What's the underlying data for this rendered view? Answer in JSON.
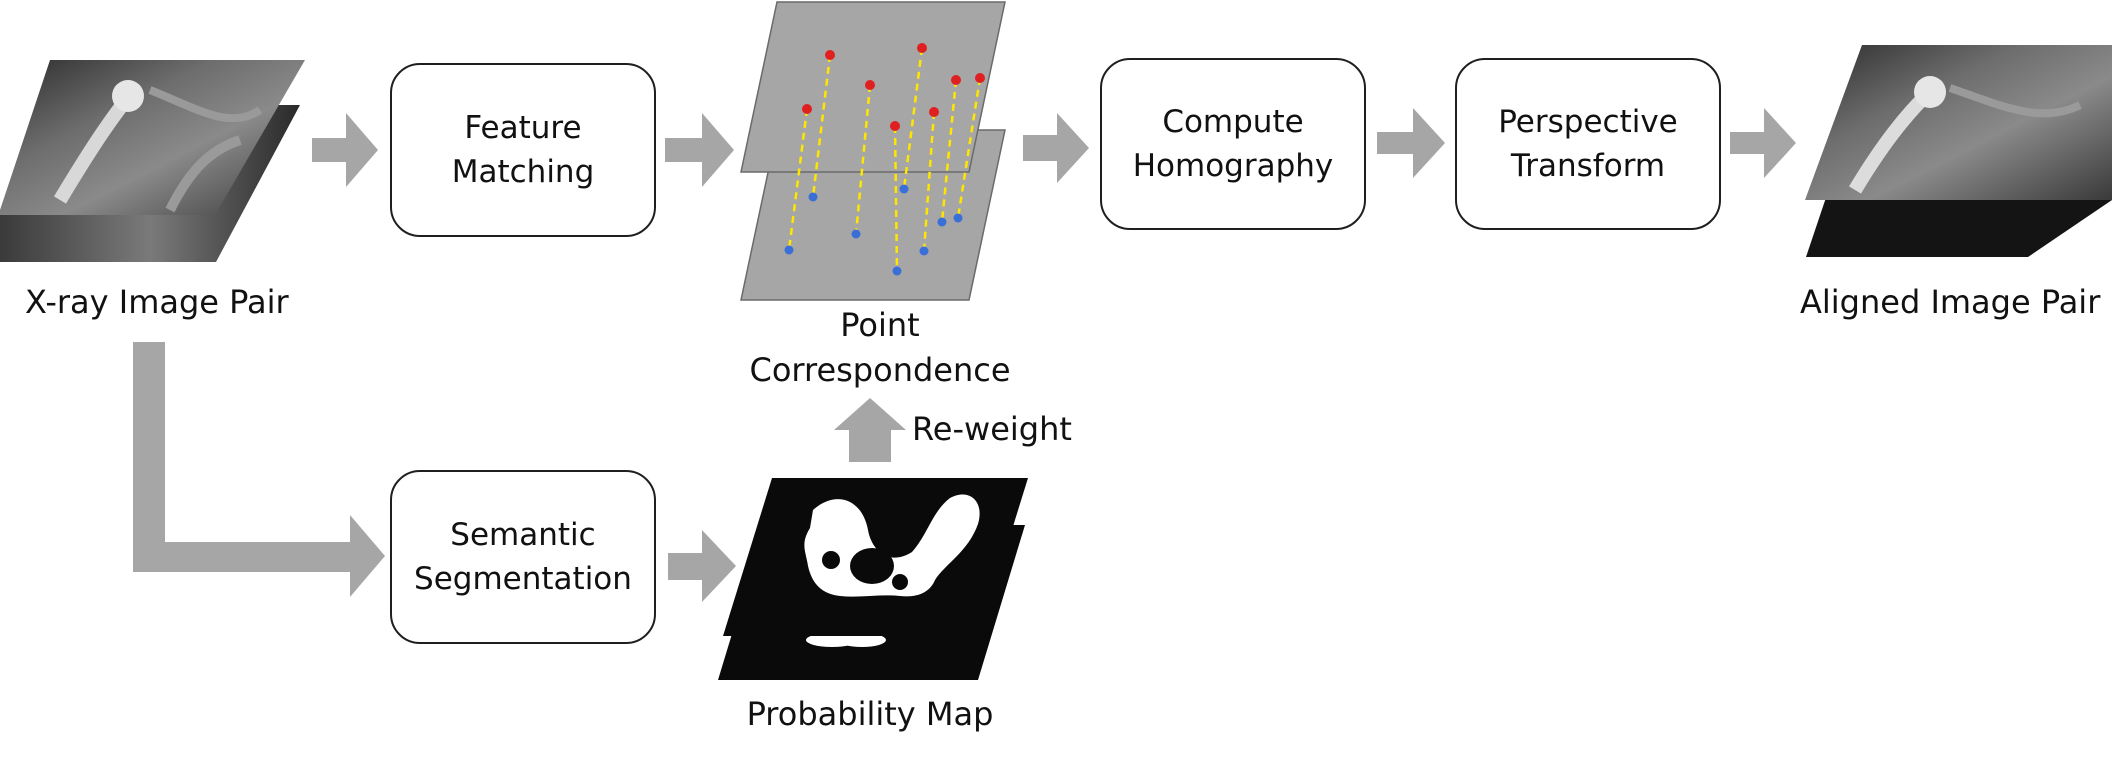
{
  "nodes": {
    "input": {
      "label": "X-ray Image Pair"
    },
    "feature_matching": {
      "line1": "Feature",
      "line2": "Matching"
    },
    "correspondence": {
      "line1": "Point",
      "line2": "Correspondence"
    },
    "compute_homography": {
      "line1": "Compute",
      "line2": "Homography"
    },
    "perspective_transform": {
      "line1": "Perspective",
      "line2": "Transform"
    },
    "output": {
      "label": "Aligned Image Pair"
    },
    "semantic_segmentation": {
      "line1": "Semantic",
      "line2": "Segmentation"
    },
    "probability_map": {
      "label": "Probability Map"
    }
  },
  "edges": {
    "reweight": {
      "label": "Re-weight"
    }
  },
  "colors": {
    "arrow": "#a6a6a6",
    "box_border": "#1f1f1f",
    "panel": "#a6a6a6",
    "point_top": "#e02020",
    "point_bottom": "#3a6fd8",
    "match_line": "#ffe600"
  }
}
